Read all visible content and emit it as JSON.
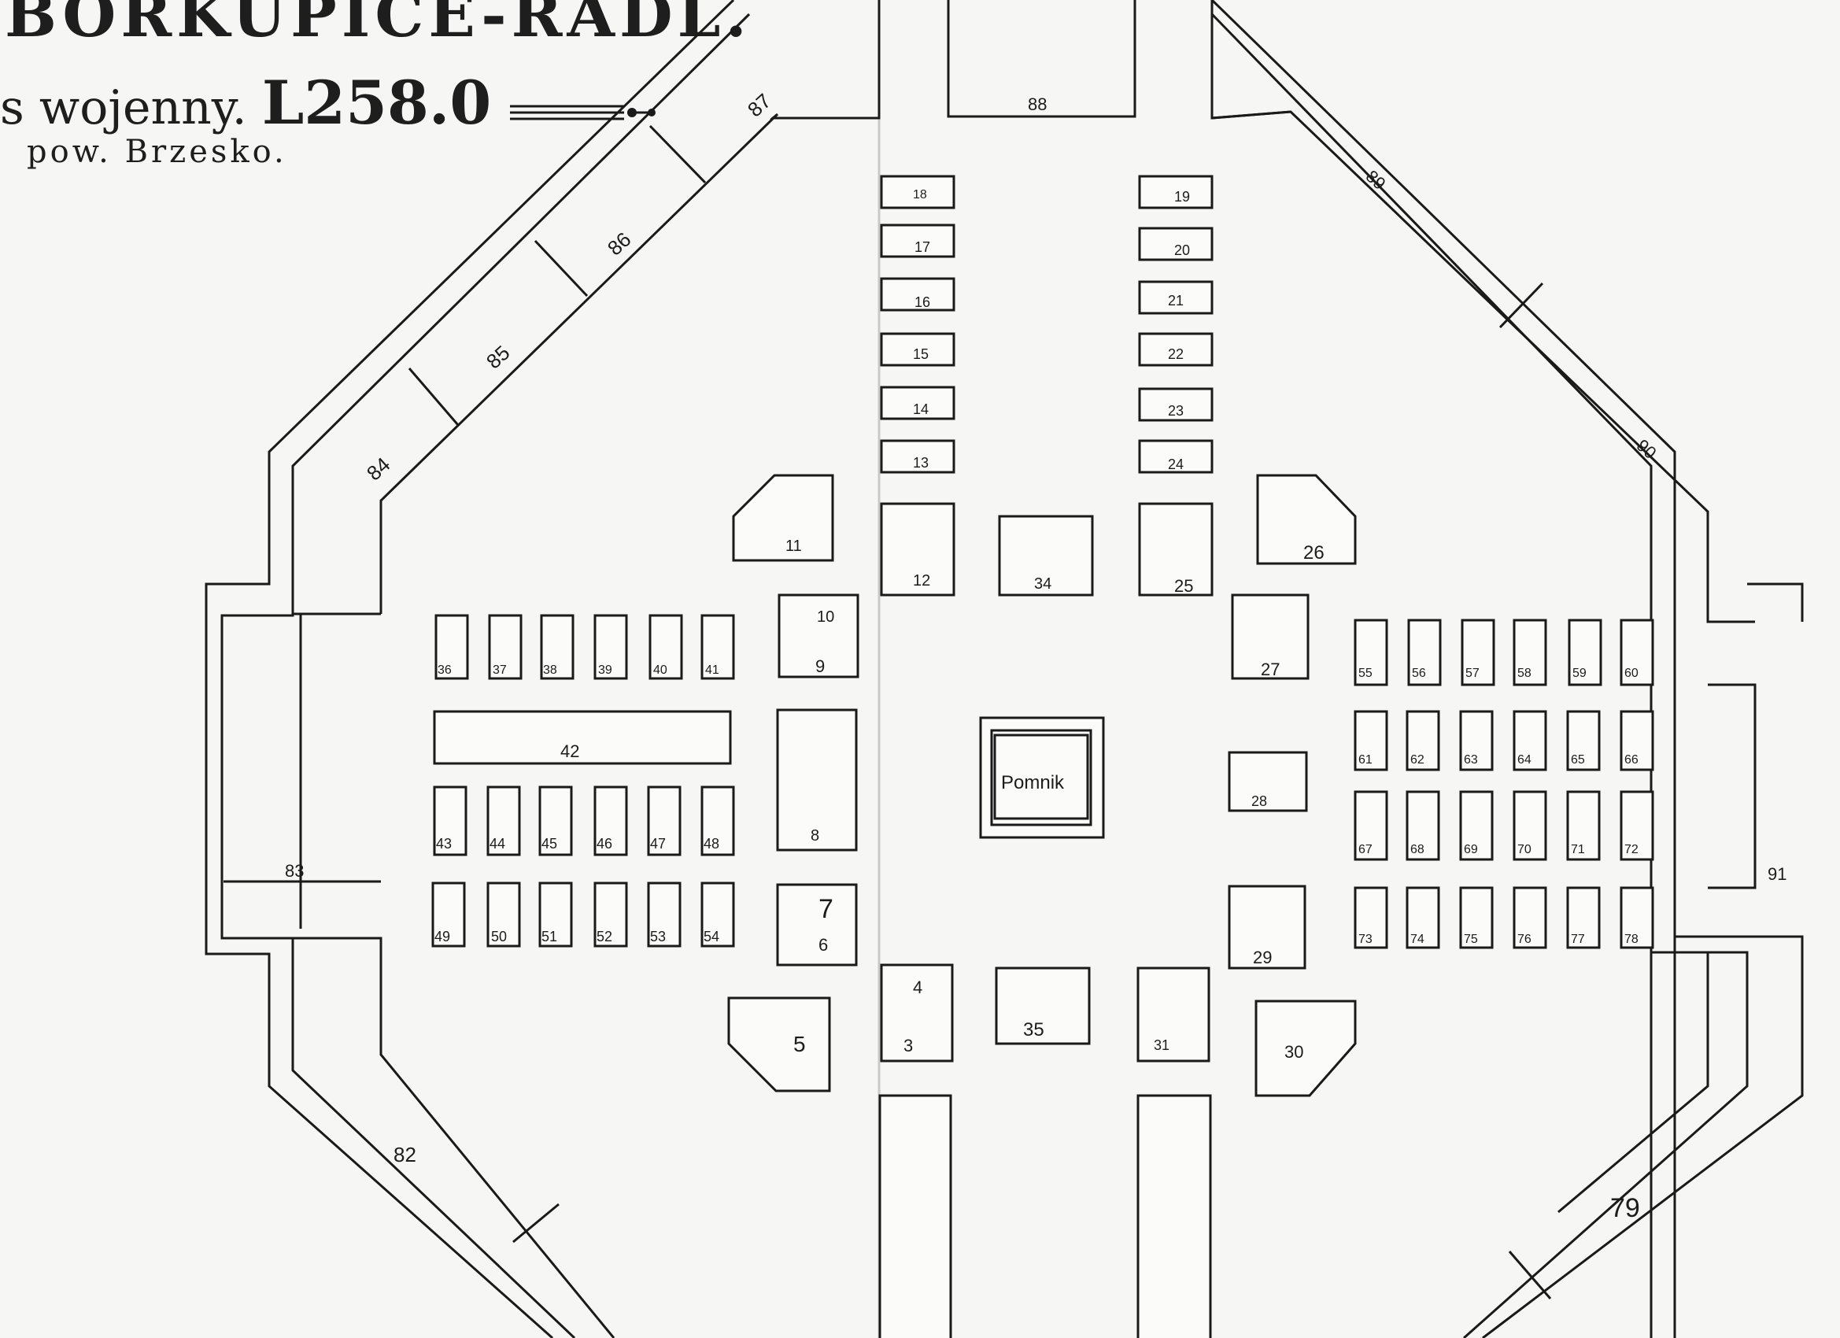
{
  "header": {
    "line1": "BORKUPICE-RADL.",
    "line2_prefix": "s wojenny.",
    "line2_code": "L258.0",
    "line3": "pow. Brzesko."
  },
  "colors": {
    "ink": "#1a1a1a",
    "paper": "#f6f6f4"
  },
  "map": {
    "monument_label": "Pomnik",
    "plots": [
      {
        "id": "3",
        "label": "3"
      },
      {
        "id": "4",
        "label": "4"
      },
      {
        "id": "5",
        "label": "5"
      },
      {
        "id": "6",
        "label": "6"
      },
      {
        "id": "7",
        "label": "7"
      },
      {
        "id": "8",
        "label": "8"
      },
      {
        "id": "9",
        "label": "9"
      },
      {
        "id": "10",
        "label": "10"
      },
      {
        "id": "11",
        "label": "11"
      },
      {
        "id": "12",
        "label": "12"
      },
      {
        "id": "13",
        "label": "13"
      },
      {
        "id": "14",
        "label": "14"
      },
      {
        "id": "15",
        "label": "15"
      },
      {
        "id": "16",
        "label": "16"
      },
      {
        "id": "17",
        "label": "17"
      },
      {
        "id": "18",
        "label": "18"
      },
      {
        "id": "19",
        "label": "19"
      },
      {
        "id": "20",
        "label": "20"
      },
      {
        "id": "21",
        "label": "21"
      },
      {
        "id": "22",
        "label": "22"
      },
      {
        "id": "23",
        "label": "23"
      },
      {
        "id": "24",
        "label": "24"
      },
      {
        "id": "25",
        "label": "25"
      },
      {
        "id": "26",
        "label": "26"
      },
      {
        "id": "27",
        "label": "27"
      },
      {
        "id": "28",
        "label": "28"
      },
      {
        "id": "29",
        "label": "29"
      },
      {
        "id": "30",
        "label": "30"
      },
      {
        "id": "31",
        "label": "31"
      },
      {
        "id": "34",
        "label": "34"
      },
      {
        "id": "35",
        "label": "35"
      },
      {
        "id": "36",
        "label": "36"
      },
      {
        "id": "37",
        "label": "37"
      },
      {
        "id": "38",
        "label": "38"
      },
      {
        "id": "39",
        "label": "39"
      },
      {
        "id": "40",
        "label": "40"
      },
      {
        "id": "41",
        "label": "41"
      },
      {
        "id": "42",
        "label": "42"
      },
      {
        "id": "43",
        "label": "43"
      },
      {
        "id": "44",
        "label": "44"
      },
      {
        "id": "45",
        "label": "45"
      },
      {
        "id": "46",
        "label": "46"
      },
      {
        "id": "47",
        "label": "47"
      },
      {
        "id": "48",
        "label": "48"
      },
      {
        "id": "49",
        "label": "49"
      },
      {
        "id": "50",
        "label": "50"
      },
      {
        "id": "51",
        "label": "51"
      },
      {
        "id": "52",
        "label": "52"
      },
      {
        "id": "53",
        "label": "53"
      },
      {
        "id": "54",
        "label": "54"
      },
      {
        "id": "55",
        "label": "55"
      },
      {
        "id": "56",
        "label": "56"
      },
      {
        "id": "57",
        "label": "57"
      },
      {
        "id": "58",
        "label": "58"
      },
      {
        "id": "59",
        "label": "59"
      },
      {
        "id": "60",
        "label": "60"
      },
      {
        "id": "61",
        "label": "61"
      },
      {
        "id": "62",
        "label": "62"
      },
      {
        "id": "63",
        "label": "63"
      },
      {
        "id": "64",
        "label": "64"
      },
      {
        "id": "65",
        "label": "65"
      },
      {
        "id": "66",
        "label": "66"
      },
      {
        "id": "67",
        "label": "67"
      },
      {
        "id": "68",
        "label": "68"
      },
      {
        "id": "69",
        "label": "69"
      },
      {
        "id": "70",
        "label": "70"
      },
      {
        "id": "71",
        "label": "71"
      },
      {
        "id": "72",
        "label": "72"
      },
      {
        "id": "73",
        "label": "73"
      },
      {
        "id": "74",
        "label": "74"
      },
      {
        "id": "75",
        "label": "75"
      },
      {
        "id": "76",
        "label": "76"
      },
      {
        "id": "77",
        "label": "77"
      },
      {
        "id": "78",
        "label": "78"
      },
      {
        "id": "79",
        "label": "79"
      },
      {
        "id": "82",
        "label": "82"
      },
      {
        "id": "83",
        "label": "83"
      },
      {
        "id": "84",
        "label": "84"
      },
      {
        "id": "85",
        "label": "85"
      },
      {
        "id": "86",
        "label": "86"
      },
      {
        "id": "87",
        "label": "87"
      },
      {
        "id": "88",
        "label": "88"
      },
      {
        "id": "89",
        "label": "89"
      },
      {
        "id": "90",
        "label": "90"
      },
      {
        "id": "91",
        "label": "91"
      }
    ]
  }
}
